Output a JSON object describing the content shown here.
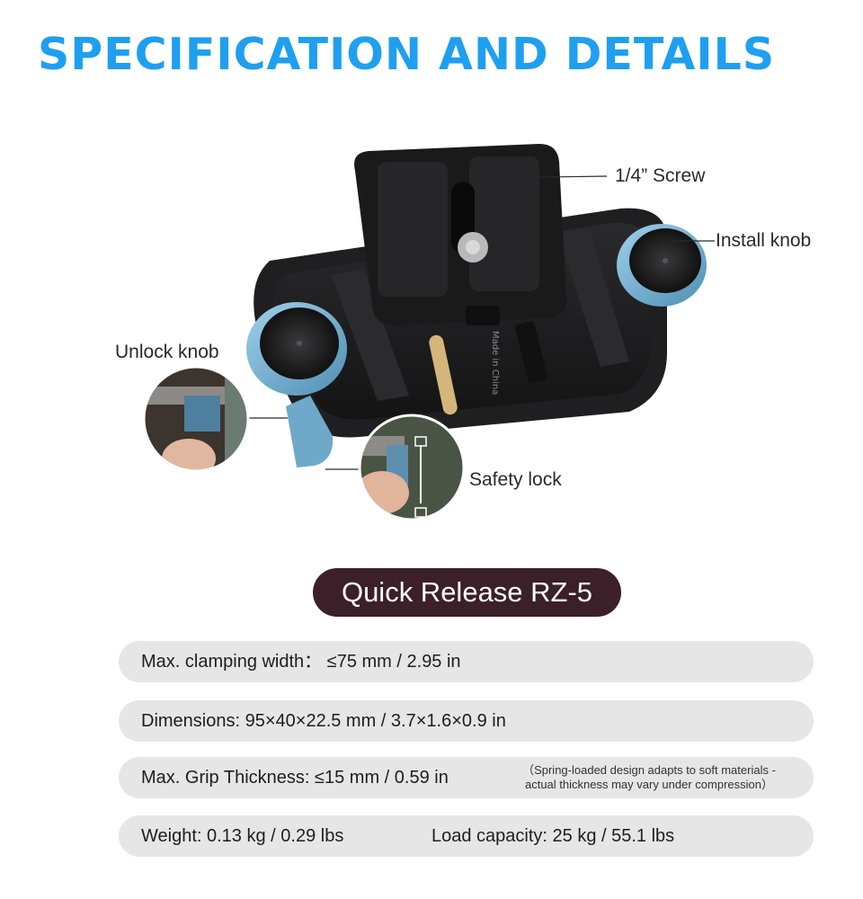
{
  "header": {
    "title": "SPECIFICATION AND DETAILS"
  },
  "callouts": {
    "screw": "1/4”  Screw",
    "install_knob": "Install knob",
    "unlock_knob": "Unlock knob",
    "safety_lock": "Safety lock"
  },
  "engraving": "Made in China",
  "product": {
    "model": "Quick Release RZ-5"
  },
  "specs": {
    "clamping_width": "Max. clamping width： ≤75 mm / 2.95 in",
    "dimensions": "Dimensions: 95×40×22.5 mm / 3.7×1.6×0.9 in",
    "grip_thickness": "Max. Grip Thickness: ≤15 mm / 0.59 in",
    "grip_note_line1": "（Spring-loaded design adapts to soft materials -",
    "grip_note_line2": "actual thickness may vary under compression）",
    "weight": "Weight: 0.13 kg / 0.29 lbs",
    "load_capacity": "Load capacity: 25 kg / 55.1 lbs"
  },
  "colors": {
    "title": "#1f9ff0",
    "badge_bg": "#3b1f29",
    "row_bg": "#e6e6e6",
    "knob_blue": "#7cb7d6",
    "body_black": "#1c1c1e"
  }
}
